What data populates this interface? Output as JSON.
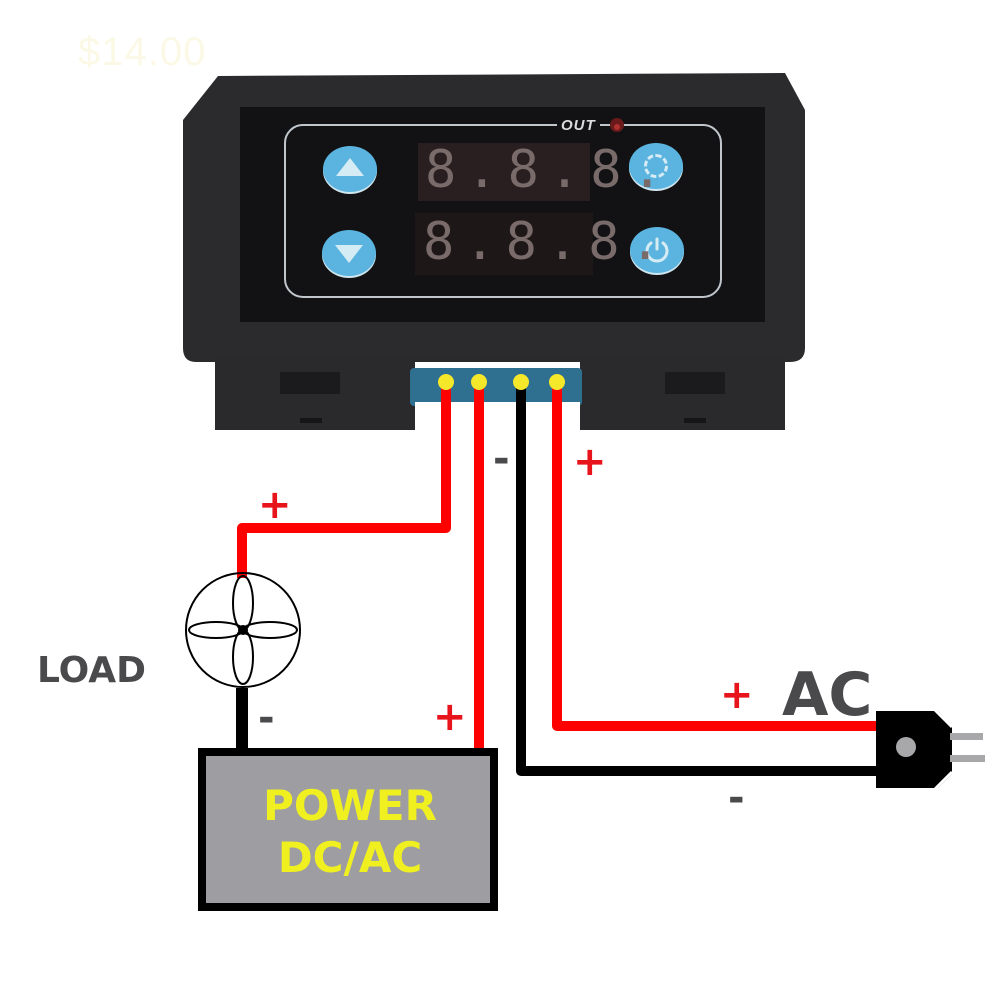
{
  "price_watermark": "$14.00",
  "device": {
    "out_indicator_label": "OUT",
    "display_top": "8.8.8.",
    "display_bottom": "8.8.8.",
    "buttons": [
      {
        "name": "up",
        "icon": "triangle-up-icon"
      },
      {
        "name": "down",
        "icon": "triangle-down-icon"
      },
      {
        "name": "settings",
        "icon": "gear-icon"
      },
      {
        "name": "power",
        "icon": "power-icon"
      }
    ],
    "terminal_count": 4
  },
  "labels": {
    "load": "LOAD",
    "power_line1": "POWER",
    "power_line2": "DC/AC",
    "ac": "AC"
  },
  "polarity": {
    "load_plus": "+",
    "load_minus": "-",
    "power_plus": "+",
    "term3_minus": "-",
    "term4_plus": "+",
    "ac_plus": "+",
    "ac_minus": "-"
  },
  "colors": {
    "wire_positive": "#ff0000",
    "wire_negative": "#000000",
    "terminal_dot": "#f5e82a",
    "button_blue": "#5ab4df",
    "power_box": "#9e9ea2",
    "power_text": "#f0f020",
    "label_gray": "#4a4a4c"
  }
}
